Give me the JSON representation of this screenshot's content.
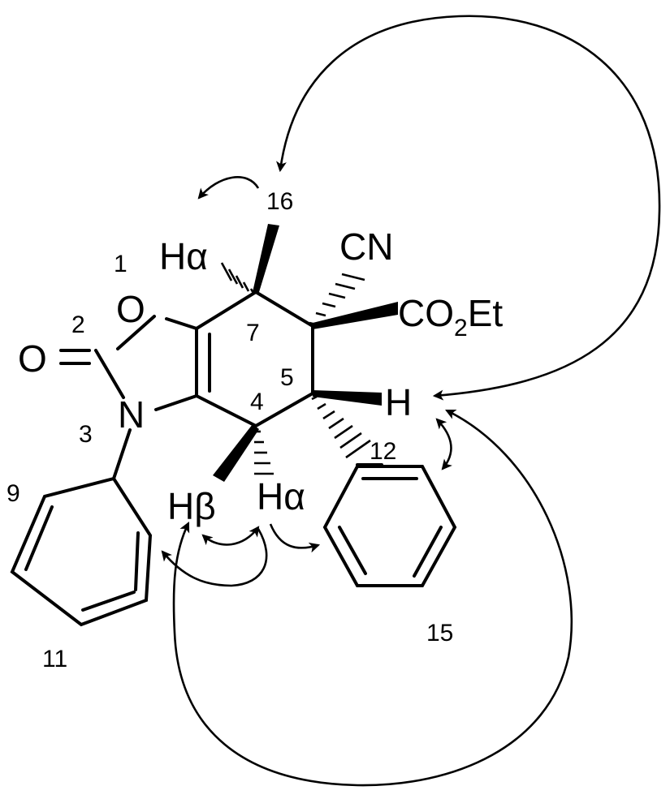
{
  "molecule": {
    "atom_labels": {
      "ring_oxygen": "O",
      "carbonyl_oxygen": "O",
      "ring_nitrogen": "N",
      "cyano": "CN",
      "ester_co": "CO",
      "ester_sub": "2",
      "ester_et": "Et",
      "h5": "H",
      "h7_alpha": "Hα",
      "h4_beta": "Hβ",
      "h12_alpha": "Hα"
    },
    "position_numbers": {
      "p1": "1",
      "p2": "2",
      "p3": "3",
      "p4": "4",
      "p5": "5",
      "p7": "7",
      "p9": "9",
      "p11": "11",
      "p12": "12",
      "p15": "15",
      "p16": "16"
    }
  },
  "colors": {
    "ink": "#000000",
    "background": "#ffffff"
  }
}
